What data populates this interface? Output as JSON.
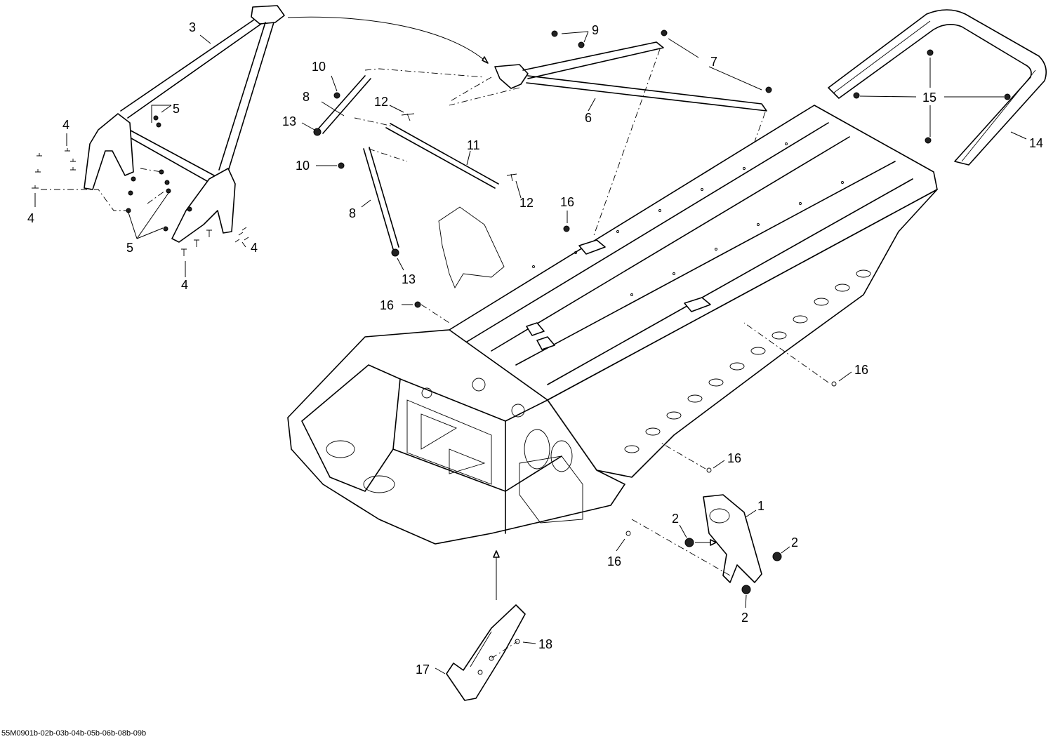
{
  "diagram": {
    "reference": "55M0901b-02b-03b-04b-05b-06b-08b-09b",
    "callouts": [
      {
        "id": "c1",
        "text": "1"
      },
      {
        "id": "c2a",
        "text": "2"
      },
      {
        "id": "c2b",
        "text": "2"
      },
      {
        "id": "c2c",
        "text": "2"
      },
      {
        "id": "c3",
        "text": "3"
      },
      {
        "id": "c4a",
        "text": "4"
      },
      {
        "id": "c4b",
        "text": "4"
      },
      {
        "id": "c4c",
        "text": "4"
      },
      {
        "id": "c4d",
        "text": "4"
      },
      {
        "id": "c5a",
        "text": "5"
      },
      {
        "id": "c5b",
        "text": "5"
      },
      {
        "id": "c6",
        "text": "6"
      },
      {
        "id": "c7",
        "text": "7"
      },
      {
        "id": "c8a",
        "text": "8"
      },
      {
        "id": "c8b",
        "text": "8"
      },
      {
        "id": "c9",
        "text": "9"
      },
      {
        "id": "c10a",
        "text": "10"
      },
      {
        "id": "c10b",
        "text": "10"
      },
      {
        "id": "c11",
        "text": "11"
      },
      {
        "id": "c12a",
        "text": "12"
      },
      {
        "id": "c12b",
        "text": "12"
      },
      {
        "id": "c13a",
        "text": "13"
      },
      {
        "id": "c13b",
        "text": "13"
      },
      {
        "id": "c14",
        "text": "14"
      },
      {
        "id": "c15",
        "text": "15"
      },
      {
        "id": "c16a",
        "text": "16"
      },
      {
        "id": "c16b",
        "text": "16"
      },
      {
        "id": "c16c",
        "text": "16"
      },
      {
        "id": "c16d",
        "text": "16"
      },
      {
        "id": "c16e",
        "text": "16"
      },
      {
        "id": "c17",
        "text": "17"
      },
      {
        "id": "c18",
        "text": "18"
      }
    ]
  }
}
